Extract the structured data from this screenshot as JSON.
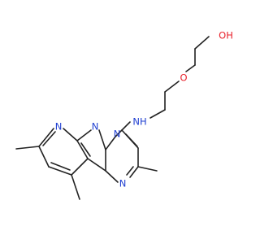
{
  "molecule": {
    "atoms": {
      "oh": "OH",
      "ether_o": "O",
      "nh": "NH",
      "n_pyridine": "N",
      "n_pyrazole_a": "N",
      "n_pyrazole_b": "N",
      "n_pyrimidine": "N"
    },
    "colors": {
      "oxygen": "#e8202a",
      "nitrogen": "#1f3fd1",
      "bond": "#222222"
    }
  }
}
